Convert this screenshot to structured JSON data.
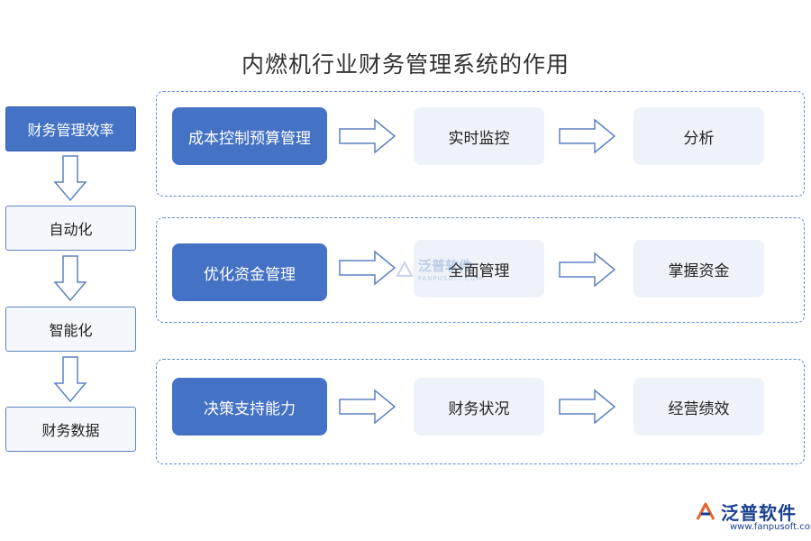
{
  "title": "内燃机行业财务管理系统的作用",
  "left_column": [
    "财务管理效率",
    "自动化",
    "智能化",
    "财务数据"
  ],
  "groups": [
    {
      "main": "成本控制预算管理",
      "steps": [
        "实时监控",
        "分析"
      ]
    },
    {
      "main": "优化资金管理",
      "steps": [
        "全面管理",
        "掌握资金"
      ]
    },
    {
      "main": "决策支持能力",
      "steps": [
        "财务状况",
        "经营绩效"
      ]
    }
  ],
  "watermark": {
    "text": "泛普软件",
    "url": "FANPUSOFT.COM"
  },
  "logo": {
    "name": "泛普软件",
    "url": "www.fanpusoft.com"
  },
  "colors": {
    "primary": "#4472c4",
    "sub_box": "#eef3fa",
    "dashed_border": "#5b8bd0",
    "logo": "#1a3f8c"
  }
}
